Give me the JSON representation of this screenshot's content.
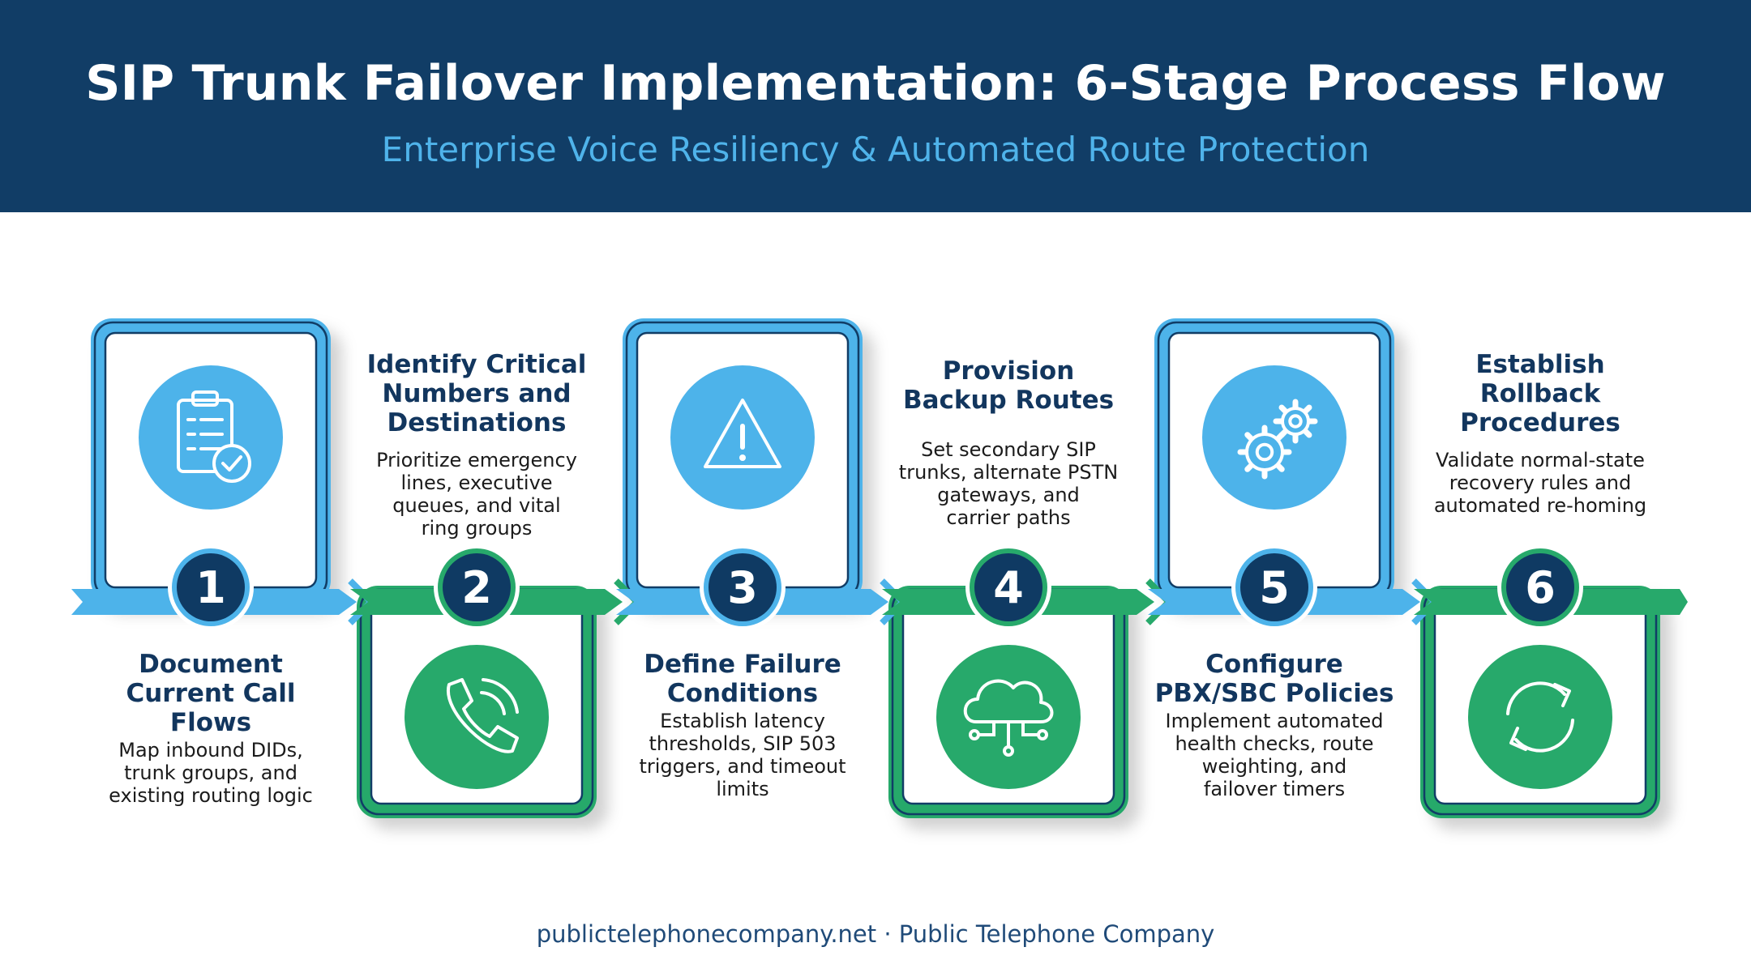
{
  "header": {
    "title": "SIP Trunk Failover Implementation: 6-Stage Process Flow",
    "subtitle": "Enterprise Voice Resiliency & Automated Route Protection"
  },
  "colors": {
    "navy": "#113d66",
    "blue": "#4db3ea",
    "green": "#27a96b",
    "dark_badge": "#0f3a63"
  },
  "stages": [
    {
      "number": "1",
      "title": [
        "Document",
        "Current Call",
        "Flows"
      ],
      "description": [
        "Map inbound DIDs,",
        "trunk groups, and",
        "existing routing logic"
      ],
      "icon": "clipboard-check-icon",
      "color": "blue",
      "card": "top"
    },
    {
      "number": "2",
      "title": [
        "Identify Critical",
        "Numbers and",
        "Destinations"
      ],
      "description": [
        "Prioritize emergency",
        "lines, executive",
        "queues, and vital",
        "ring groups"
      ],
      "icon": "phone-ringing-icon",
      "color": "green",
      "card": "bottom"
    },
    {
      "number": "3",
      "title": [
        "Define Failure",
        "Conditions"
      ],
      "description": [
        "Establish latency",
        "thresholds, SIP 503",
        "triggers, and timeout",
        "limits"
      ],
      "icon": "warning-triangle-icon",
      "color": "blue",
      "card": "top"
    },
    {
      "number": "4",
      "title": [
        "Provision",
        "Backup Routes"
      ],
      "description": [
        "Set secondary SIP",
        "trunks, alternate PSTN",
        "gateways, and",
        "carrier paths"
      ],
      "icon": "cloud-network-icon",
      "color": "green",
      "card": "bottom"
    },
    {
      "number": "5",
      "title": [
        "Configure",
        "PBX/SBC Policies"
      ],
      "description": [
        "Implement automated",
        "health checks, route",
        "weighting, and",
        "failover timers"
      ],
      "icon": "gears-icon",
      "color": "blue",
      "card": "top"
    },
    {
      "number": "6",
      "title": [
        "Establish",
        "Rollback",
        "Procedures"
      ],
      "description": [
        "Validate normal-state",
        "recovery rules and",
        "automated re-homing"
      ],
      "icon": "refresh-cycle-icon",
      "color": "green",
      "card": "bottom"
    }
  ],
  "footer": "publictelephonecompany.net · Public Telephone Company"
}
